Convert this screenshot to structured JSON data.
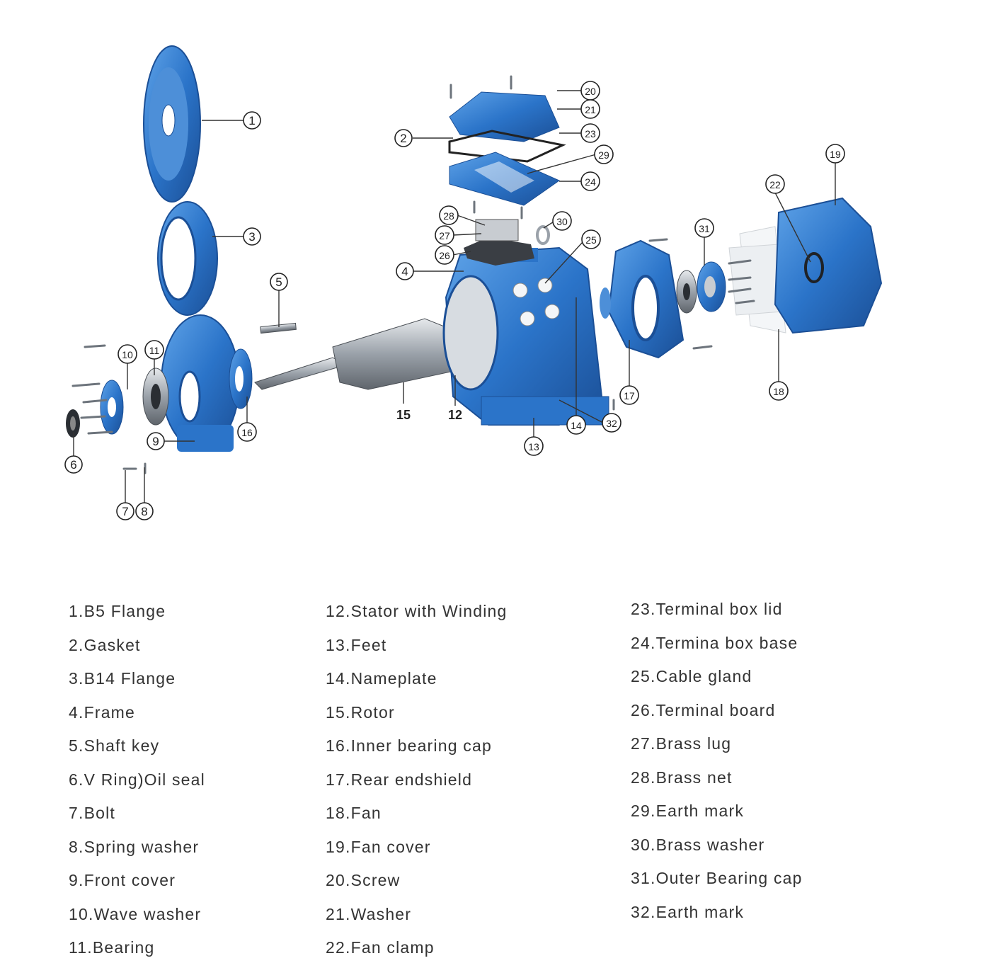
{
  "colors": {
    "part_blue": "#2b74c9",
    "part_blue_dark": "#1b4f96",
    "part_blue_light": "#5fa3e8",
    "steel": "#b8bec6",
    "steel_dark": "#6d747c",
    "fan_white": "#f4f6f8"
  },
  "callouts": {
    "c1": "1",
    "c2": "2",
    "c3": "3",
    "c4": "4",
    "c5": "5",
    "c6": "6",
    "c7": "7",
    "c8": "8",
    "c9": "9",
    "c10": "10",
    "c11": "11",
    "c12": "12",
    "c13": "13",
    "c14": "14",
    "c15": "15",
    "c16": "16",
    "c17": "17",
    "c18": "18",
    "c19": "19",
    "c20": "20",
    "c21": "21",
    "c22": "22",
    "c23": "23",
    "c24": "24",
    "c25": "25",
    "c26": "26",
    "c27": "27",
    "c28": "28",
    "c29": "29",
    "c30": "30",
    "c31": "31",
    "c32": "32"
  },
  "legend": {
    "col1": [
      "1.B5 Flange",
      "2.Gasket",
      "3.B14 Flange",
      "4.Frame",
      "5.Shaft key",
      "6.V Ring)Oil seal",
      "7.Bolt",
      "8.Spring washer",
      "9.Front cover",
      "10.Wave washer",
      "11.Bearing"
    ],
    "col2": [
      "12.Stator with Winding",
      "13.Feet",
      "14.Nameplate",
      "15.Rotor",
      "16.Inner bearing cap",
      "17.Rear endshield",
      "18.Fan",
      "19.Fan cover",
      "20.Screw",
      "21.Washer",
      "22.Fan clamp"
    ],
    "col3": [
      "23.Terminal box lid",
      "24.Termina box base",
      "25.Cable gland",
      "26.Terminal board",
      "27.Brass lug",
      "28.Brass net",
      "29.Earth mark",
      "30.Brass washer",
      "31.Outer Bearing cap",
      "32.Earth mark"
    ]
  }
}
